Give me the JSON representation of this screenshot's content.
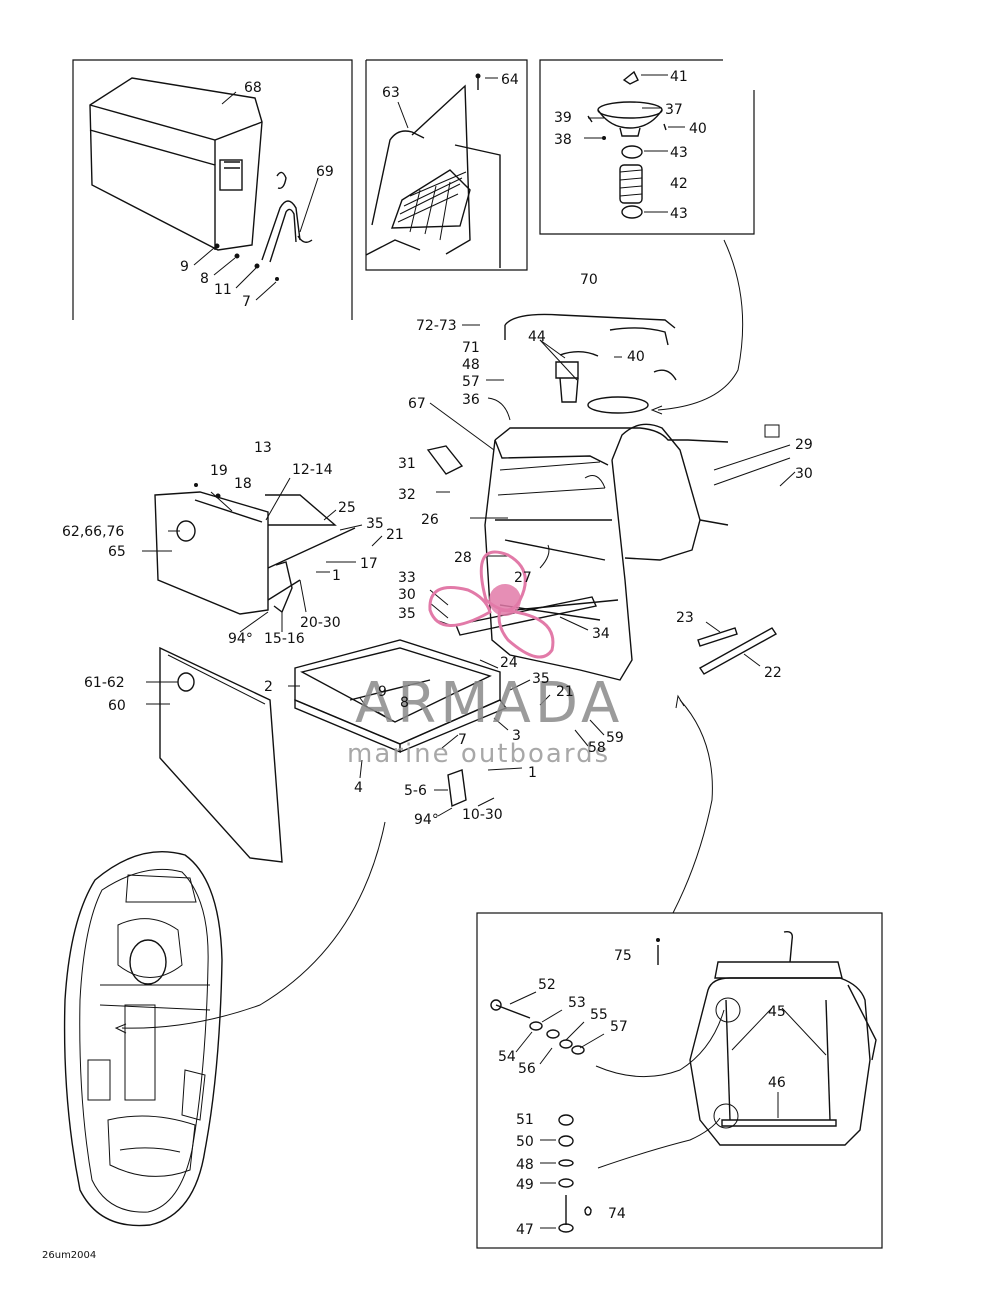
{
  "diagram_code": "26um2004",
  "watermark": {
    "brand": "ARMADA",
    "tagline": "marine outboards",
    "accent_color": "#e27aa8"
  },
  "labels": {
    "l68": "68",
    "l69": "69",
    "l9a": "9",
    "l8a": "8",
    "l11": "11",
    "l7a": "7",
    "l63": "63",
    "l64": "64",
    "l41": "41",
    "l37": "37",
    "l39": "39",
    "l40a": "40",
    "l38": "38",
    "l43a": "43",
    "l42": "42",
    "l43b": "43",
    "l70": "70",
    "l7273": "72-73",
    "l71": "71",
    "l48a": "48",
    "l57a": "57",
    "l36": "36",
    "l44": "44",
    "l40b": "40",
    "l67": "67",
    "l29": "29",
    "l30a": "30",
    "l31": "31",
    "l32": "32",
    "l26": "26",
    "l28": "28",
    "l27": "27",
    "l13": "13",
    "l19": "19",
    "l18": "18",
    "l1214": "12-14",
    "l25": "25",
    "l35a": "35",
    "l21a": "21",
    "l626676": "62,66,76",
    "l65": "65",
    "l17": "17",
    "l1a": "1",
    "l2030": "20-30",
    "l94a": "94°",
    "l1516": "15-16",
    "l33": "33",
    "l30b": "30",
    "l35b": "35",
    "l34": "34",
    "l23": "23",
    "l22": "22",
    "l6162": "61-62",
    "l60": "60",
    "l2": "2",
    "l24": "24",
    "l35c": "35",
    "l21b": "21",
    "l9b": "9",
    "l8b": "8",
    "l7b": "7",
    "l3": "3",
    "l59": "59",
    "l58": "58",
    "l4": "4",
    "l1b": "1",
    "l56": "5-6",
    "l94b": "94°",
    "l1030": "10-30",
    "l75": "75",
    "l52": "52",
    "l53": "53",
    "l55": "55",
    "l57b": "57",
    "l54": "54",
    "l56b": "56",
    "l45": "45",
    "l46": "46",
    "l51": "51",
    "l50": "50",
    "l48b": "48",
    "l49": "49",
    "l74": "74",
    "l47": "47"
  }
}
